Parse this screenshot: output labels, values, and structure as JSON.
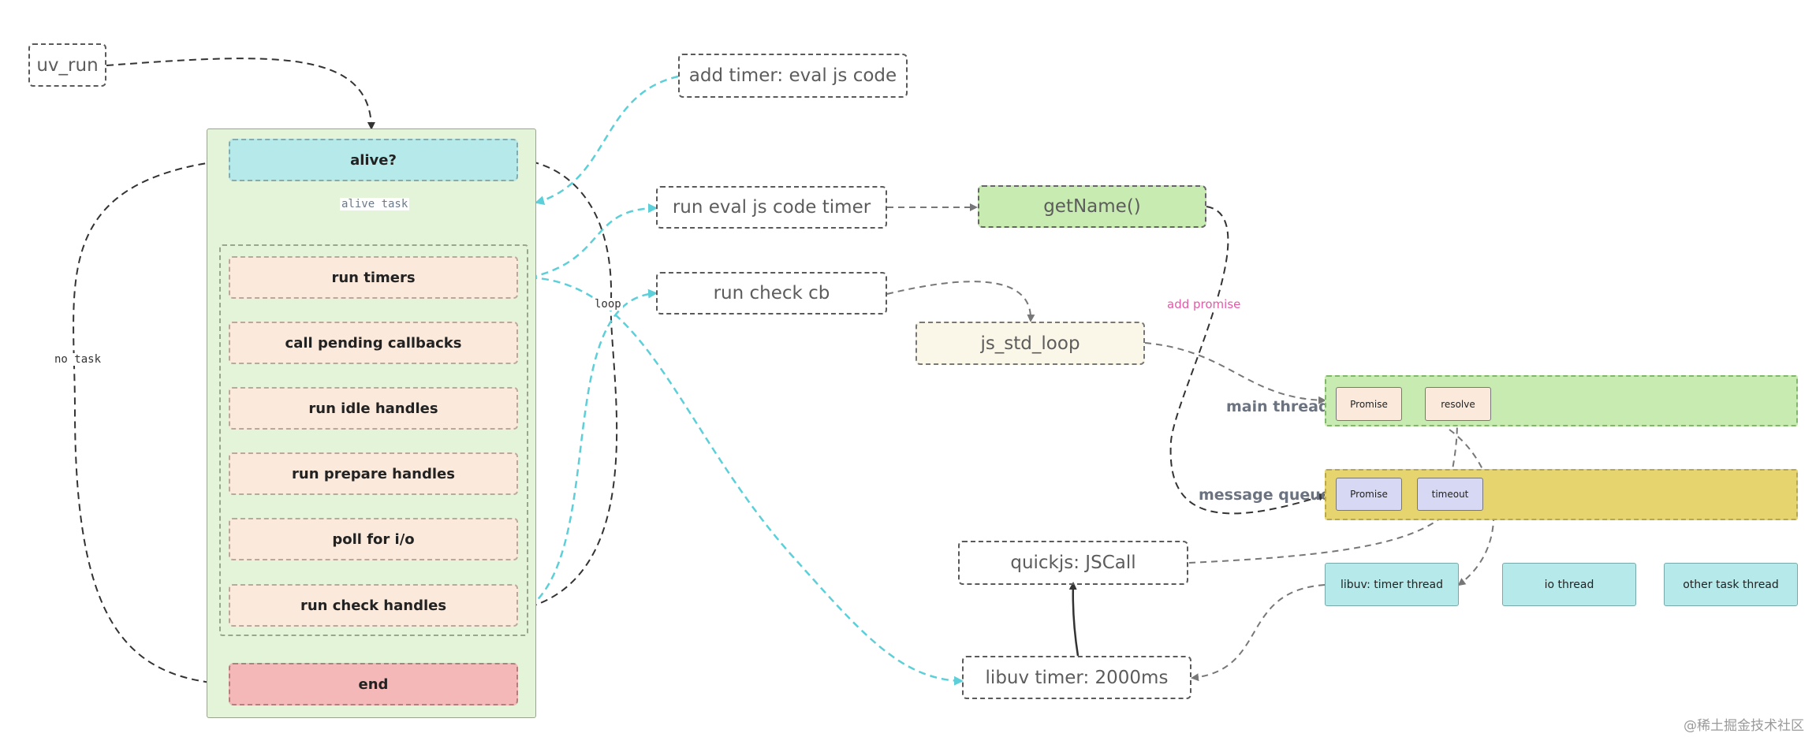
{
  "nodes": {
    "uv_run": "uv_run",
    "alive": "alive?",
    "run_timers": "run timers",
    "call_pending": "call pending callbacks",
    "run_idle": "run idle handles",
    "run_prepare": "run prepare handles",
    "poll_io": "poll for i/o",
    "run_check_handles": "run check handles",
    "end": "end",
    "add_timer": "add timer: eval js code",
    "run_eval_timer": "run eval js code timer",
    "get_name": "getName()",
    "run_check_cb": "run check cb",
    "js_std_loop": "js_std_loop",
    "quickjs_jscall": "quickjs: JSCall",
    "libuv_timer": "libuv timer: 2000ms",
    "promise_main": "Promise",
    "resolve": "resolve",
    "promise_queue": "Promise",
    "timeout": "timeout",
    "timer_thread": "libuv: timer thread",
    "io_thread": "io thread",
    "other_thread": "other task thread"
  },
  "lanes": {
    "main_thread": "main thread",
    "message_queue": "message queue"
  },
  "edge_labels": {
    "alive_task": "alive task",
    "loop": "loop",
    "no_task": "no task",
    "add_promise": "add promise"
  },
  "watermark": "@稀土掘金技术社区",
  "colors": {
    "loop_container": "#e4f4d9",
    "alive": "#b6e9ea",
    "step": "#fbe9db",
    "end": "#f4b8b8",
    "get_name": "#c8ebb1",
    "js_std_loop": "#fbf7e8",
    "main_thread_lane": "#c8ebb1",
    "message_queue_lane": "#e6d56f",
    "promise_chip": "#d7d8f3",
    "resolve_chip": "#fbe9db",
    "thread_box": "#b6e9ea",
    "cyan_edge": "#5ccfd8",
    "gray_edge": "#555555",
    "pink_label": "#e35aa8"
  }
}
